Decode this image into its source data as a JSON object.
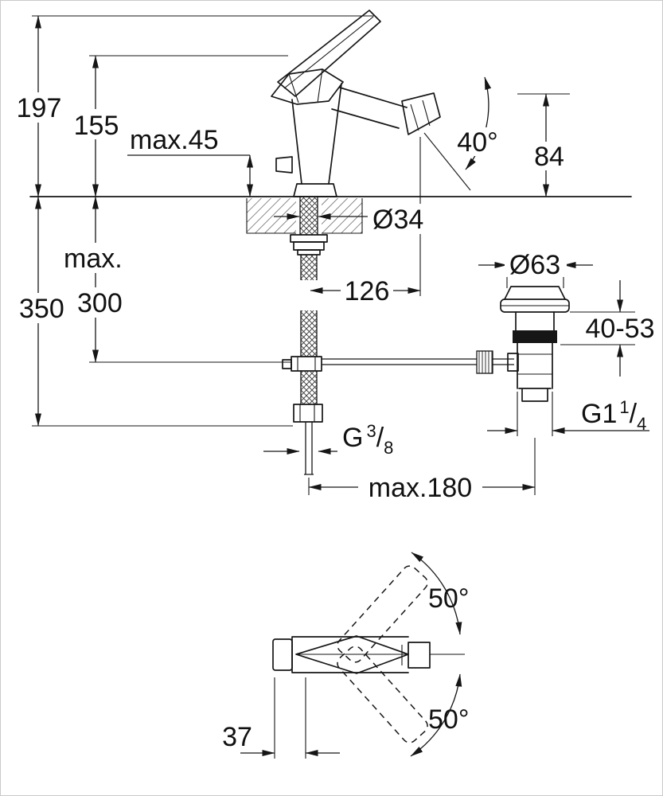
{
  "colors": {
    "line": "#161616",
    "background": "#ffffff",
    "seal_band": "#161616"
  },
  "side_view": {
    "total_height": "197",
    "body_height": "155",
    "max_deck": "max.45",
    "spout_angle": "40°",
    "spout_height": "84",
    "max_word": "max.",
    "depth_300": "300",
    "depth_350": "350",
    "hole_diameter": "Ø34",
    "spout_reach": "126",
    "waste_diameter": "Ø63",
    "clamp_range": "40-53",
    "max_reach": "max.180",
    "hose_thread": {
      "prefix": "G",
      "numerator": "3",
      "slash": "/",
      "denominator": "8"
    },
    "waste_thread": {
      "prefix": "G1",
      "numerator": "1",
      "slash": "/",
      "denominator": "4"
    }
  },
  "plan_view": {
    "swing_upper": "50°",
    "swing_lower": "50°",
    "handle_width": "37"
  }
}
